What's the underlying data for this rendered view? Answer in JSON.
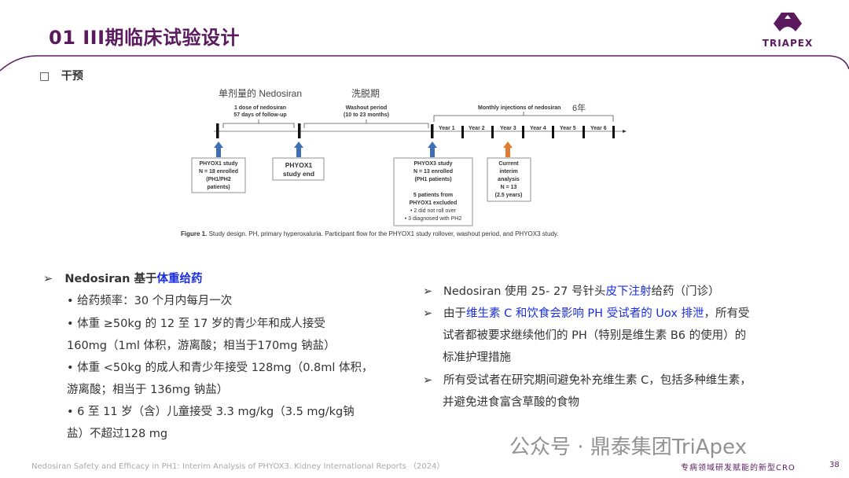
{
  "header": {
    "title": "01 III期临床试验设计",
    "logo_text": "TRIAPEX"
  },
  "section": {
    "bullet": "□",
    "label": "干预"
  },
  "figure": {
    "annot_single_dose": "单剂量的 Nedosiran",
    "annot_washout": "洗脱期",
    "annot_years": "6年",
    "brace1": [
      "1 dose of nedosiran",
      "57 days of follow-up"
    ],
    "brace2": [
      "Washout period",
      "(10 to 23 months)"
    ],
    "brace3": "Monthly injections of nedosiran",
    "years": [
      "Year 1",
      "Year 2",
      "Year 3",
      "Year 4",
      "Year 5",
      "Year 6"
    ],
    "box1": [
      "PHYOX1 study",
      "N = 18 enrolled",
      "(PH1/PH2",
      "patients)"
    ],
    "box2": [
      "PHYOX1",
      "study end"
    ],
    "box3": [
      "PHYOX3 study",
      "N = 13 enrolled",
      "(PH1 patients)",
      "",
      "5 patients from",
      "PHYOX1 excluded",
      "•  2 did not roll over",
      "•  3 diagnosed with PH2"
    ],
    "box4": [
      "Current",
      "interim",
      "analysis",
      "N = 13",
      "(2.5 years)"
    ],
    "caption_label": "Figure 1.",
    "caption": " Study design. PH, primary hyperoxaluria. Participant flow for the PHYOX1 study rollover, washout period, and PHYOX3 study."
  },
  "left": {
    "head_arrow": "➢",
    "head_a": "Nedosiran 基于",
    "head_b": "体重给药",
    "lines": [
      "•      给药频率：30 个月内每月一次",
      "•      体重 ≥50kg 的 12 至 17 岁的青少年和成人接受",
      "160mg（1ml 体积，游离酸；相当于170mg 钠盐）",
      "•      体重 <50kg 的成人和青少年接受 128mg（0.8ml 体积，",
      "游离酸；相当于 136mg 钠盐）",
      "•      6 至 11 岁（含）儿童接受 3.3 mg/kg（3.5 mg/kg钠",
      "盐）不超过128 mg"
    ]
  },
  "right": {
    "arrow": "➢",
    "p1a": "Nedosiran 使用 25- 27 号针头",
    "p1b": "皮下注射",
    "p1c": "给药（门诊）",
    "p2a": "由于",
    "p2b": "维生素 C 和饮食会影响 PH 受试者的 Uox 排泄",
    "p2c": "，所有受",
    "p2d": "试者都被要求继续他们的 PH（特别是维生素 B6 的使用）的",
    "p2e": "标准护理措施",
    "p3a": "所有受试者在研究期间避免补充维生素 C，包括多种维生素，",
    "p3b": "并避免进食富含草酸的食物"
  },
  "footer": {
    "citation": "Nedosiran Safety and Efficacy in PH1: Interim Analysis of  PHYOX3. Kidney International Reports （2024）",
    "slogan": "专病领域研发赋能的新型CRO",
    "page": "38",
    "watermark": "公众号 · 鼎泰集团TriApex"
  }
}
